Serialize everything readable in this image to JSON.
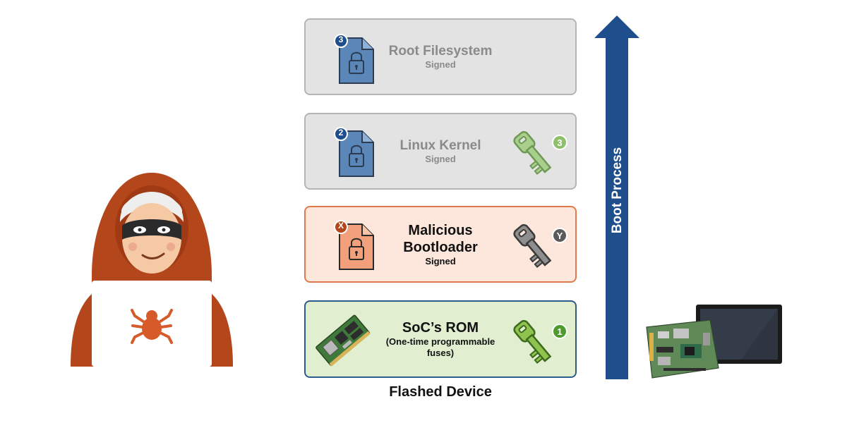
{
  "stages": {
    "rootfs": {
      "title": "Root Filesystem",
      "subtitle": "Signed",
      "doc_badge": "3"
    },
    "kernel": {
      "title": "Linux Kernel",
      "subtitle": "Signed",
      "doc_badge": "2",
      "key_badge": "3"
    },
    "bootloader": {
      "title_line1": "Malicious",
      "title_line2": "Bootloader",
      "subtitle": "Signed",
      "doc_badge": "X",
      "key_badge": "Y"
    },
    "rom": {
      "title": "SoC’s ROM",
      "subtitle_line1": "(One-time programmable",
      "subtitle_line2": "fuses)",
      "key_badge": "1"
    }
  },
  "arrow": {
    "label": "Boot Process"
  },
  "footer": {
    "label": "Flashed Device"
  },
  "icons": [
    "hacker-icon",
    "spider-icon",
    "document-lock-icon",
    "key-icon",
    "som-board-icon",
    "dev-kit-icon",
    "boot-arrow-icon"
  ],
  "colors": {
    "hacker_orange": "#b4461b",
    "doc_blue": "#5a86b8",
    "doc_orange": "#f2a07c",
    "key_green": "#8fbf6a",
    "key_gray": "#7b7b7b",
    "arrow_blue": "#1e4f8c"
  }
}
